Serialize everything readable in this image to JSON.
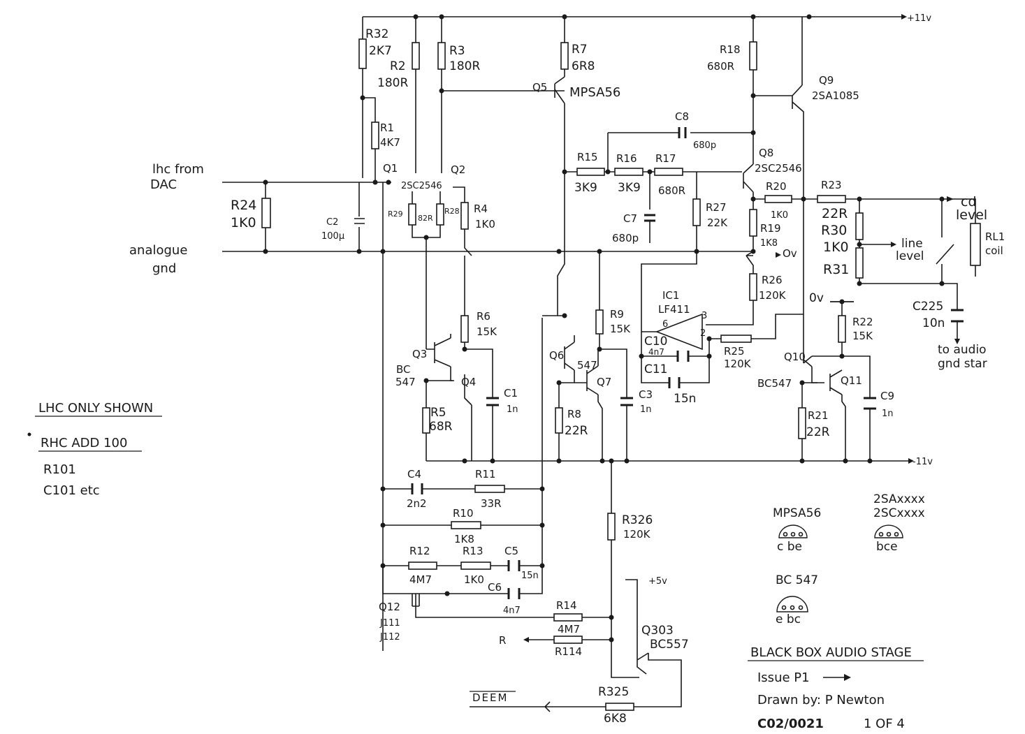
{
  "rails": {
    "plus": "+11v",
    "minus": "-11v",
    "plus5": "+5v",
    "zero": "0v",
    "zero2": "Ov"
  },
  "inputs": {
    "lhc_line1": "lhc from",
    "lhc_line2": "DAC",
    "gnd_line1": "analogue",
    "gnd_line2": "gnd"
  },
  "components": {
    "r32": "R32",
    "r32v": "2K7",
    "r2": "R2",
    "r2v": "180R",
    "r3": "R3",
    "r3v": "180R",
    "r1": "R1",
    "r1v": "4K7",
    "r24": "R24",
    "r24v": "1K0",
    "c2": "C2",
    "c2v": "100µ",
    "q1": "Q1",
    "q2": "Q2",
    "q12type": "2SC2546",
    "r29": "R29",
    "r28": "R28",
    "r2829v": "82R",
    "r4": "R4",
    "r4v": "1K0",
    "r7": "R7",
    "r7v": "6R8",
    "q5": "Q5",
    "q5type": "MPSA56",
    "r6": "R6",
    "r6v": "15K",
    "q3": "Q3",
    "q3type1": "BC",
    "q3type2": "547",
    "q4": "Q4",
    "r5": "R5",
    "r5v": "68R",
    "c1": "C1",
    "c1v": "1n",
    "r9": "R9",
    "r9v": "15K",
    "q6": "Q6",
    "q6type": "547",
    "q7": "Q7",
    "r8": "R8",
    "r8v": "22R",
    "c3": "C3",
    "c3v": "1n",
    "r15": "R15",
    "r15v": "3K9",
    "r16": "R16",
    "r16v": "3K9",
    "r17": "R17",
    "r17v": "680R",
    "c8": "C8",
    "c8v": "680p",
    "c7": "C7",
    "c7v": "680p",
    "r27": "R27",
    "r27v": "22K",
    "r18": "R18",
    "r18v": "680R",
    "q9": "Q9",
    "q9type": "2SA1085",
    "q8": "Q8",
    "q8type": "2SC2546",
    "r20": "R20",
    "r20v": "1K0",
    "r19": "R19",
    "r19v": "1K8",
    "r23": "R23",
    "r23v": "22R",
    "r30": "R30",
    "r30v": "1K0",
    "r31": "R31",
    "cd1": "cd",
    "cd2": "level",
    "line1": "line",
    "line2": "level",
    "rl1a": "RL1",
    "rl1b": "coil",
    "c225": "C225",
    "c225v": "10n",
    "gs1": "to audio",
    "gs2": "gnd star",
    "r26": "R26",
    "r26v": "120K",
    "ic1": "IC1",
    "ic1type": "LF411",
    "pin6": "6",
    "pin3": "3",
    "pin2": "2",
    "c10": "C10",
    "c10v": "4n7",
    "c11": "C11",
    "c11v": "15n",
    "r25": "R25",
    "r25v": "120K",
    "r22": "R22",
    "r22v": "15K",
    "q10": "Q10",
    "q10type": "BC547",
    "q11": "Q11",
    "r21": "R21",
    "r21v": "22R",
    "c9": "C9",
    "c9v": "1n",
    "c4": "C4",
    "c4v": "2n2",
    "r11": "R11",
    "r11v": "33R",
    "r10": "R10",
    "r10v": "1K8",
    "r12": "R12",
    "r12v": "4M7",
    "r13": "R13",
    "r13v": "1K0",
    "c5": "C5",
    "c5v": "15n",
    "c6": "C6",
    "c6v": "4n7",
    "q12": "Q12",
    "j111": "J111",
    "j112": "J112",
    "r14": "R14",
    "r14v": "4M7",
    "r114": "R114",
    "rout": "R",
    "r326": "R326",
    "r326v": "120K",
    "q303": "Q303",
    "q303type": "BC557",
    "deem": "DEEM",
    "r325": "R325",
    "r325v": "6K8"
  },
  "notes": {
    "n1": "LHC ONLY SHOWN",
    "n2": "RHC  ADD 100",
    "n3": "R101",
    "n4": "C101  etc"
  },
  "pinouts": {
    "mpsa56": "MPSA56",
    "mpsa56_pins": "c be",
    "twosa": "2SAxxxx",
    "twosc": "2SCxxxx",
    "twos_pins": "bce",
    "bc547": "BC 547",
    "bc547_pins": "e bc"
  },
  "title_block": {
    "title": "BLACK BOX AUDIO STAGE",
    "issue": "Issue  P1",
    "drawn": "Drawn by: P Newton",
    "number": "C02/0021",
    "sheet": "1 OF 4"
  }
}
